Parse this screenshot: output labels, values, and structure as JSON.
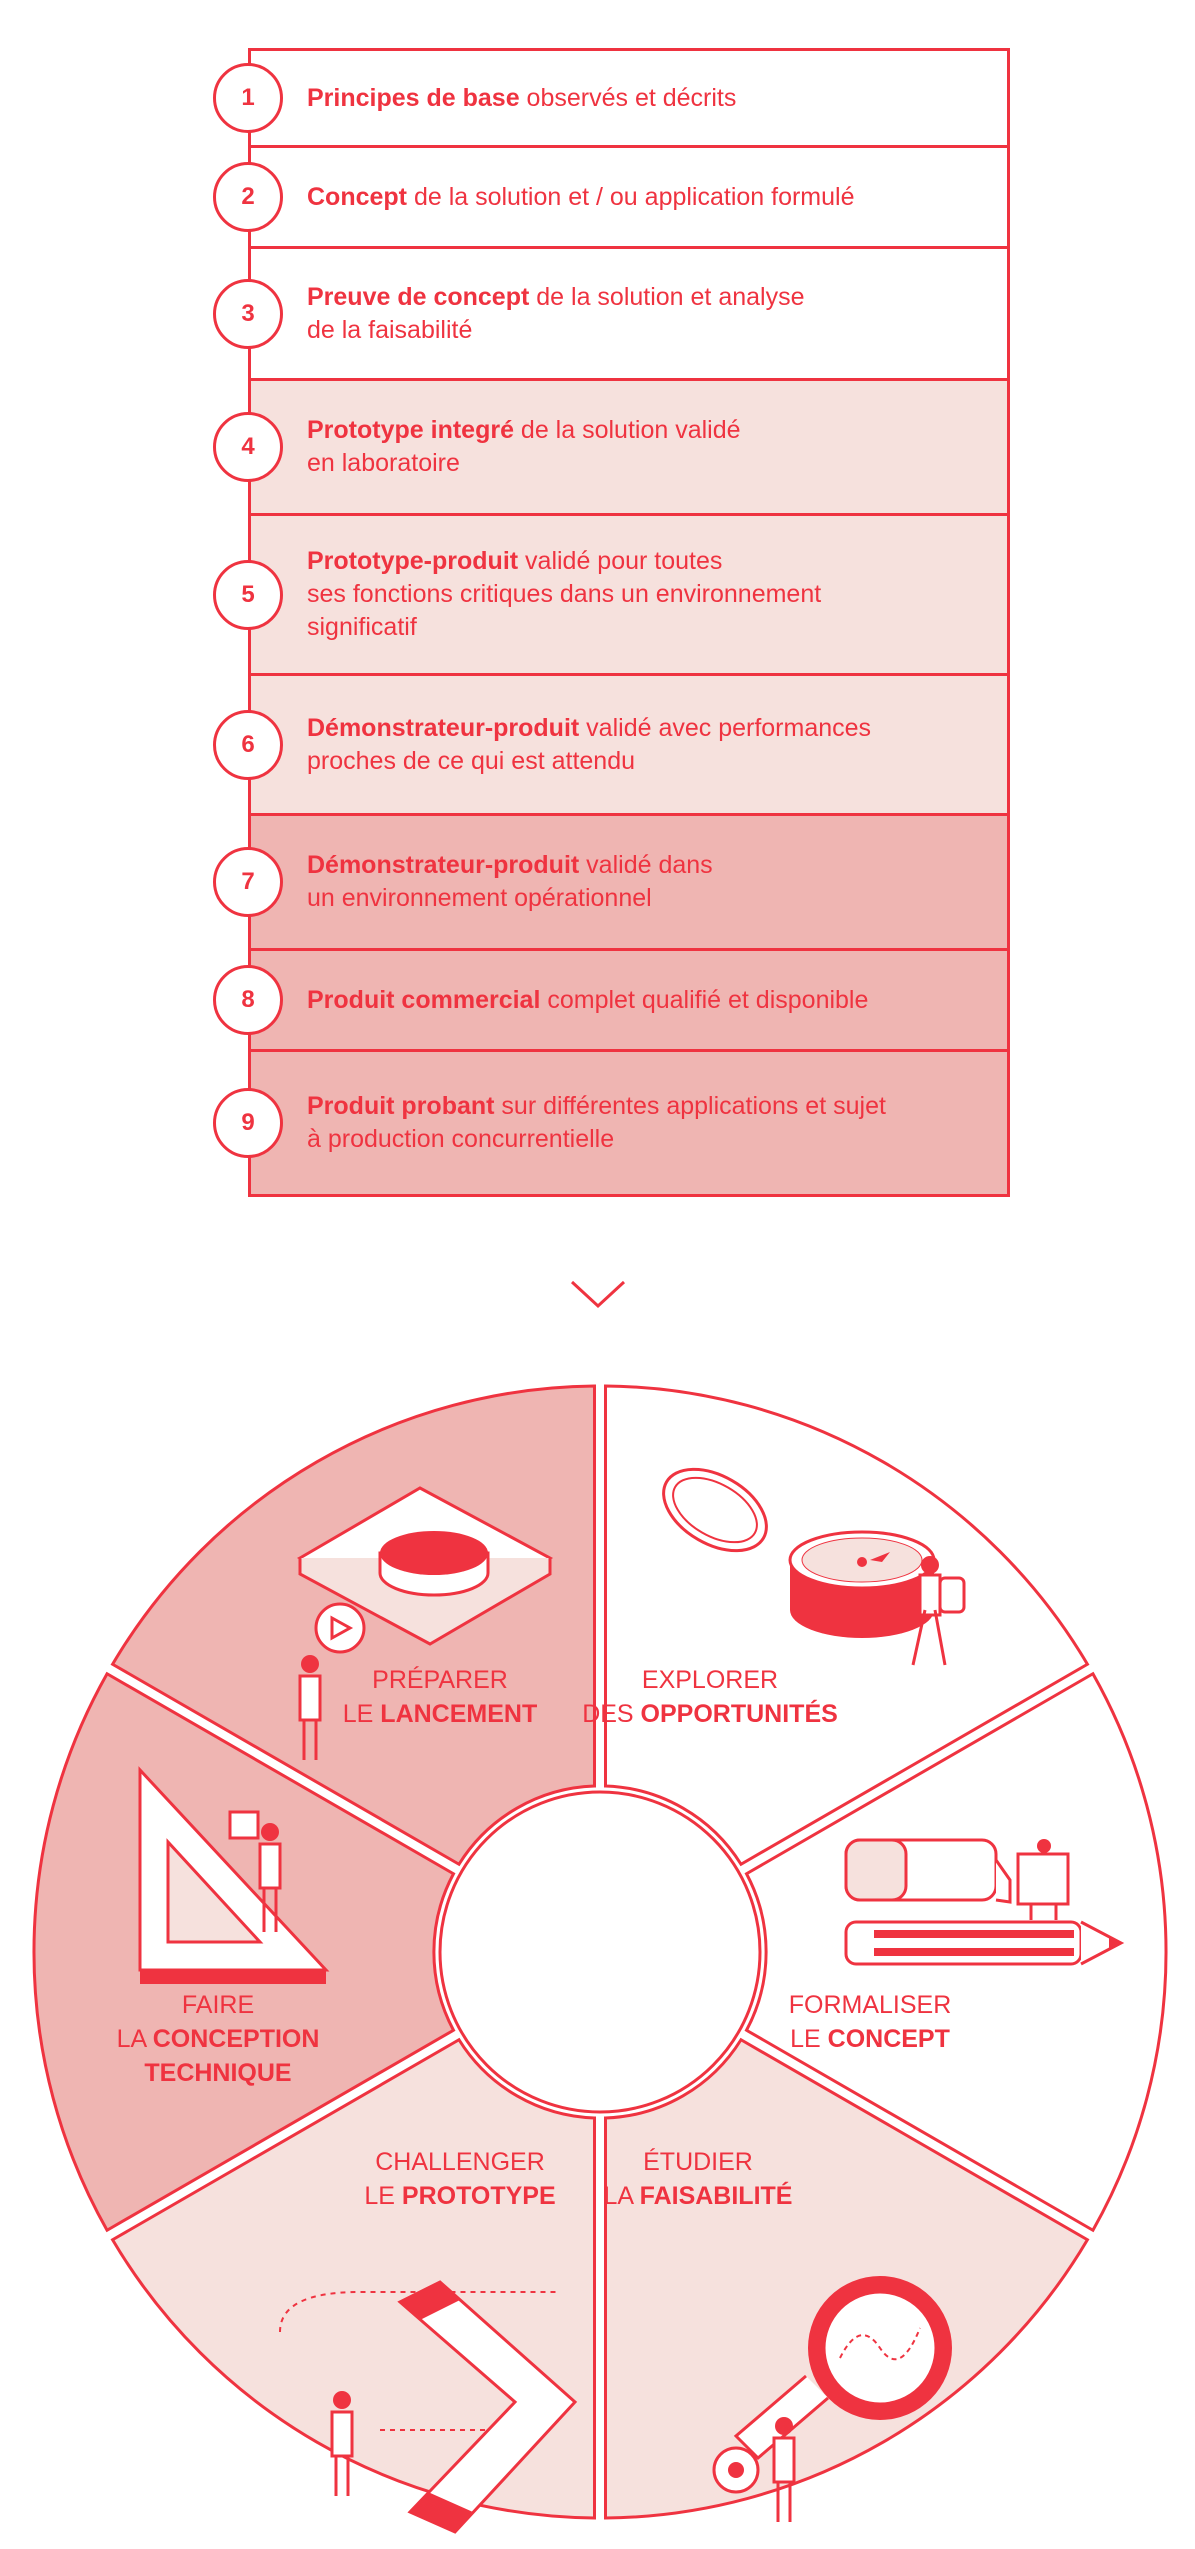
{
  "colors": {
    "accent": "#ef3340",
    "tint_light": "#f6e1dd",
    "tint_dark": "#efb5b2",
    "white": "#ffffff"
  },
  "levels": [
    {
      "number": "1",
      "bold": "Principes de base",
      "rest_lines": [
        " observés et décrits"
      ],
      "shade": "white"
    },
    {
      "number": "2",
      "bold": "Concept",
      "rest_lines": [
        " de la solution et / ou application formulé"
      ],
      "shade": "white"
    },
    {
      "number": "3",
      "bold": "Preuve de concept",
      "rest_lines": [
        " de la solution et analyse",
        "de la faisabilité"
      ],
      "shade": "white"
    },
    {
      "number": "4",
      "bold": "Prototype integré",
      "rest_lines": [
        " de la solution validé",
        "en laboratoire"
      ],
      "shade": "light"
    },
    {
      "number": "5",
      "bold": "Prototype-produit",
      "rest_lines": [
        " validé pour toutes",
        "ses fonctions critiques dans un environnement",
        "significatif"
      ],
      "shade": "light"
    },
    {
      "number": "6",
      "bold": "Démonstrateur-produit",
      "rest_lines": [
        " validé avec performances",
        "proches de ce qui est attendu"
      ],
      "shade": "light"
    },
    {
      "number": "7",
      "bold": "Démonstrateur-produit",
      "rest_lines": [
        " validé dans",
        "un environnement opérationnel"
      ],
      "shade": "dark"
    },
    {
      "number": "8",
      "bold": "Produit commercial",
      "rest_lines": [
        " complet qualifié et disponible"
      ],
      "shade": "dark"
    },
    {
      "number": "9",
      "bold": "Produit probant",
      "rest_lines": [
        " sur différentes applications et sujet",
        "à production concurrentielle"
      ],
      "shade": "dark"
    }
  ],
  "wheel": {
    "segments": [
      {
        "line1": "EXPLORER",
        "line2_prefix": "DES ",
        "line2_bold": "OPPORTUNITÉS",
        "line3_bold": "",
        "shade": "white",
        "icon": "compass-icon"
      },
      {
        "line1": "FORMALISER",
        "line2_prefix": "LE ",
        "line2_bold": "CONCEPT",
        "line3_bold": "",
        "shade": "white",
        "icon": "pencil-eraser-icon"
      },
      {
        "line1": "ÉTUDIER",
        "line2_prefix": "LA ",
        "line2_bold": "FAISABILITÉ",
        "line3_bold": "",
        "shade": "light",
        "icon": "magnifier-icon"
      },
      {
        "line1": "CHALLENGER",
        "line2_prefix": "LE ",
        "line2_bold": "PROTOTYPE",
        "line3_bold": "",
        "shade": "light",
        "icon": "boomerang-icon"
      },
      {
        "line1": "FAIRE",
        "line2_prefix": "LA ",
        "line2_bold": "CONCEPTION",
        "line3_bold": "TECHNIQUE",
        "shade": "dark",
        "icon": "set-square-icon"
      },
      {
        "line1": "PRÉPARER",
        "line2_prefix": "LE ",
        "line2_bold": "LANCEMENT",
        "line3_bold": "",
        "shade": "dark",
        "icon": "launch-button-icon"
      }
    ]
  }
}
